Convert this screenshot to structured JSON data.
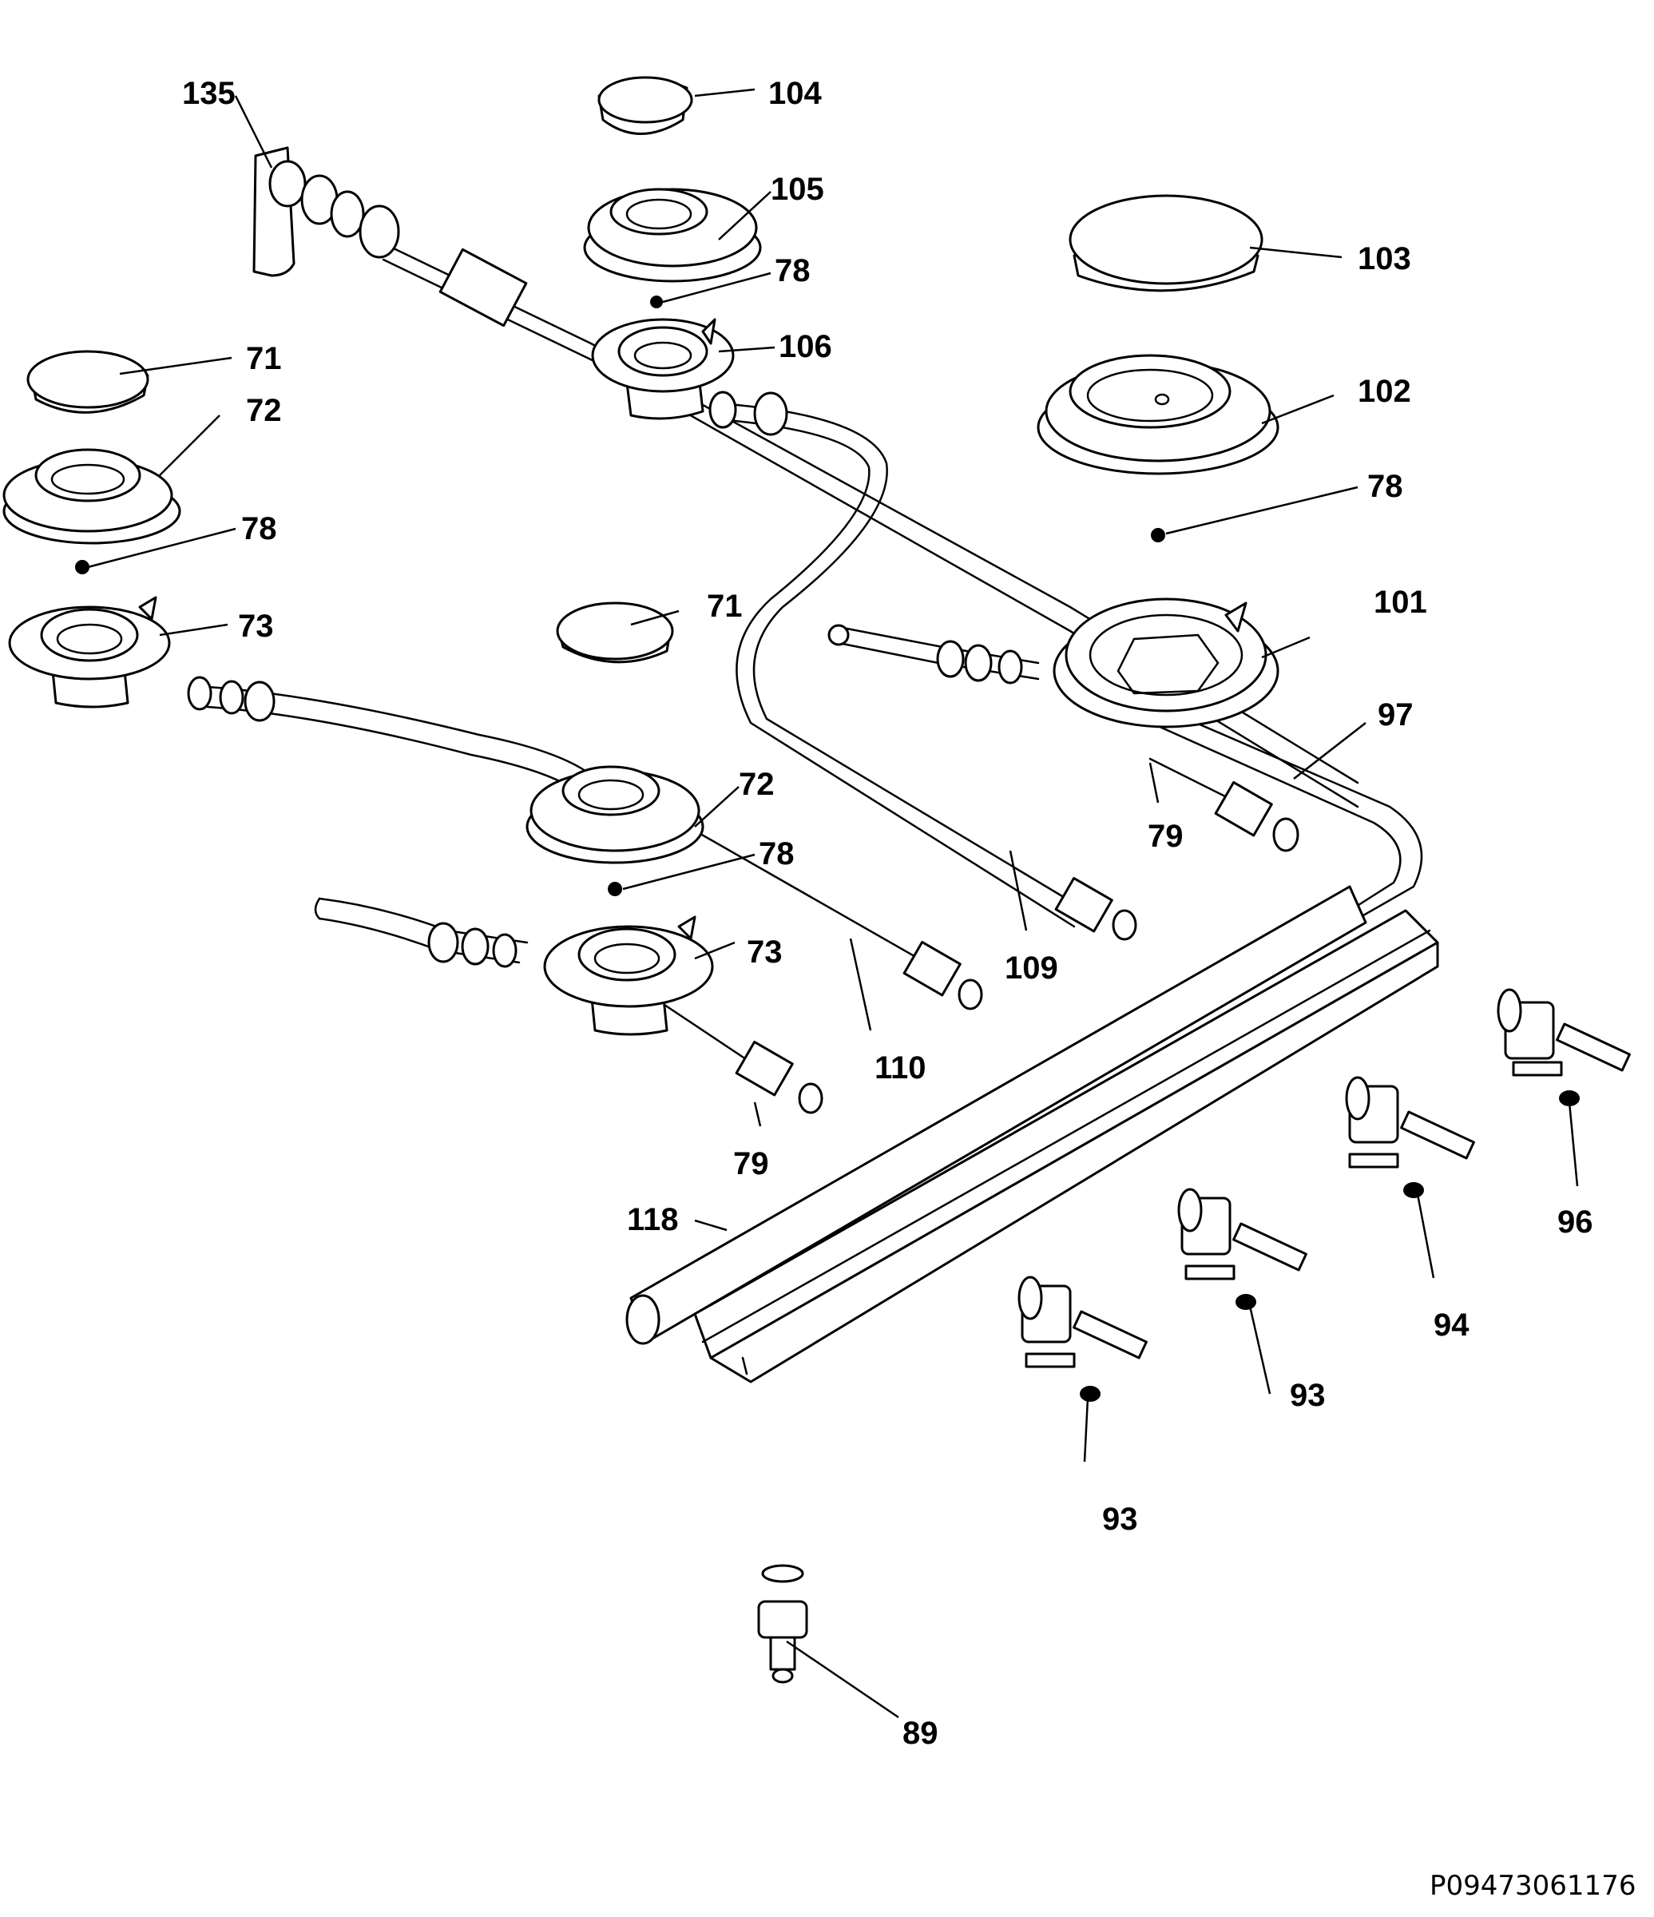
{
  "diagram": {
    "drawing_code": "P09473061176",
    "callouts": [
      "135",
      "104",
      "105",
      "78",
      "106",
      "103",
      "71",
      "72",
      "102",
      "78",
      "78",
      "73",
      "101",
      "71",
      "97",
      "72",
      "79",
      "78",
      "109",
      "73",
      "110",
      "79",
      "118",
      "96",
      "94",
      "93",
      "93",
      "89"
    ]
  }
}
